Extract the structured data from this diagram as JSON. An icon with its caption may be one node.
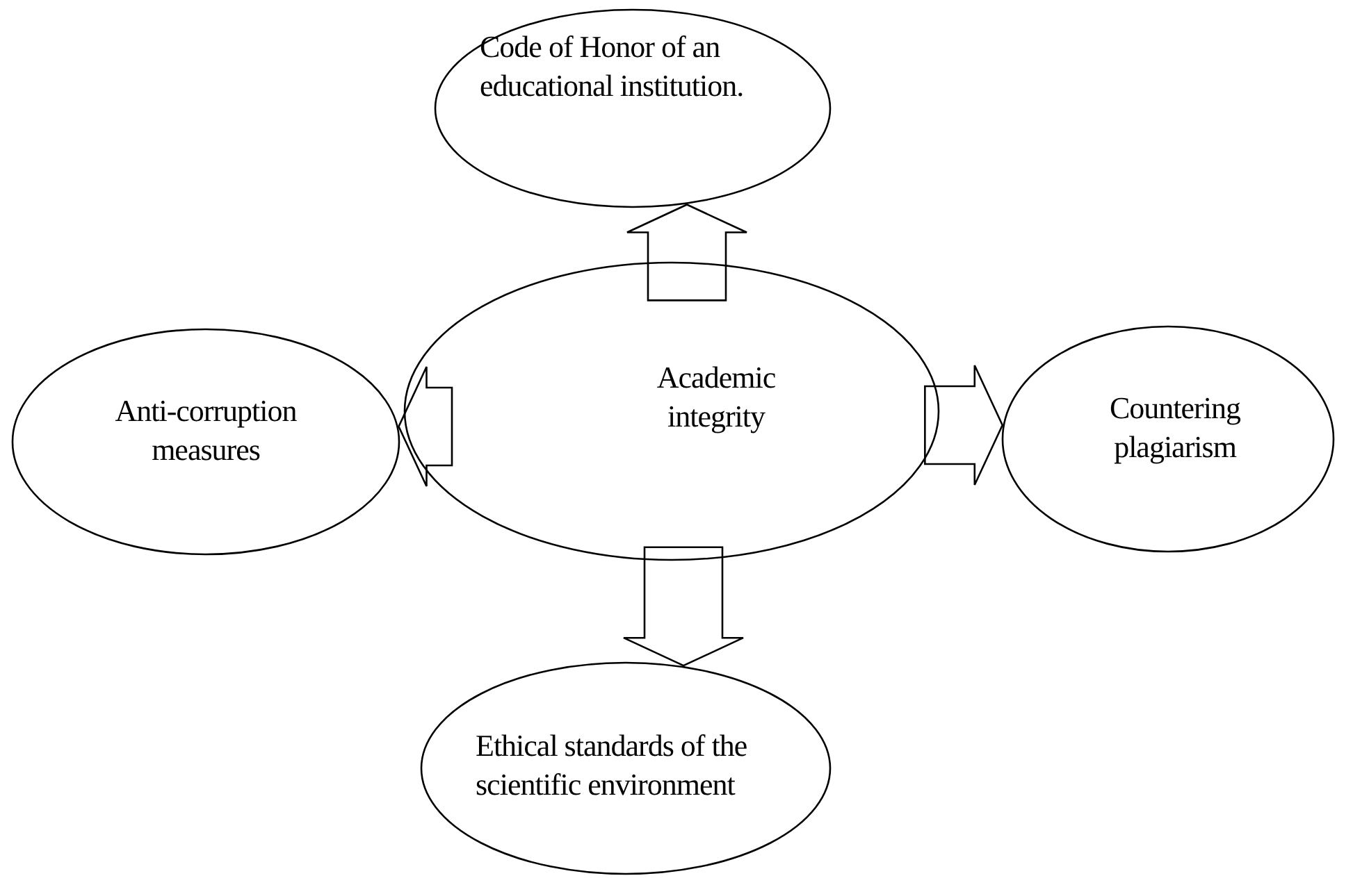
{
  "diagram": {
    "nodes": [
      {
        "text": [
          "Code of Honor of an educational institution."
        ]
      },
      {
        "text": [
          "Anti-corruption measures"
        ]
      },
      {
        "text": [
          "Academic integrity"
        ]
      },
      {
        "text": [
          "Countering plagiarism"
        ]
      },
      {
        "text": [
          "Ethical standards of the scientific environment"
        ]
      }
    ],
    "edges": [
      {
        "from": 2,
        "to": 0,
        "arrow": "to"
      },
      {
        "from": 2,
        "to": 1,
        "arrow": "to"
      },
      {
        "from": 2,
        "to": 3,
        "arrow": "to"
      },
      {
        "from": 2,
        "to": 4,
        "arrow": "to"
      }
    ]
  }
}
